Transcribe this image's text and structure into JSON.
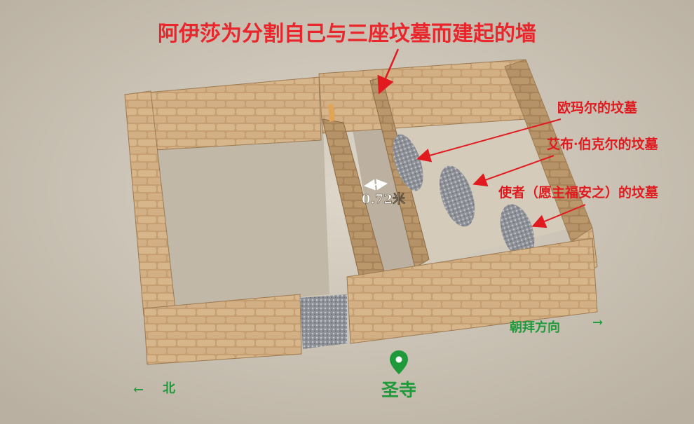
{
  "title": "阿伊莎为分割自己与三座坟墓而建起的墙",
  "graves": [
    {
      "label": "欧玛尔的坟墓"
    },
    {
      "label": "艾布·伯克尔的坟墓"
    },
    {
      "label": "使者（愿主福安之）的坟墓"
    }
  ],
  "corridor_width": "0.72米",
  "qibla": "朝拜方向",
  "qibla_arrow": "→",
  "north": "北",
  "north_arrow": "←",
  "mosque": "圣寺",
  "colors": {
    "title_red": "#e8262c",
    "label_red": "#e01a1f",
    "green": "#1f9a3a",
    "wall": "#c9a47a",
    "ground": "#cfc6b8"
  }
}
